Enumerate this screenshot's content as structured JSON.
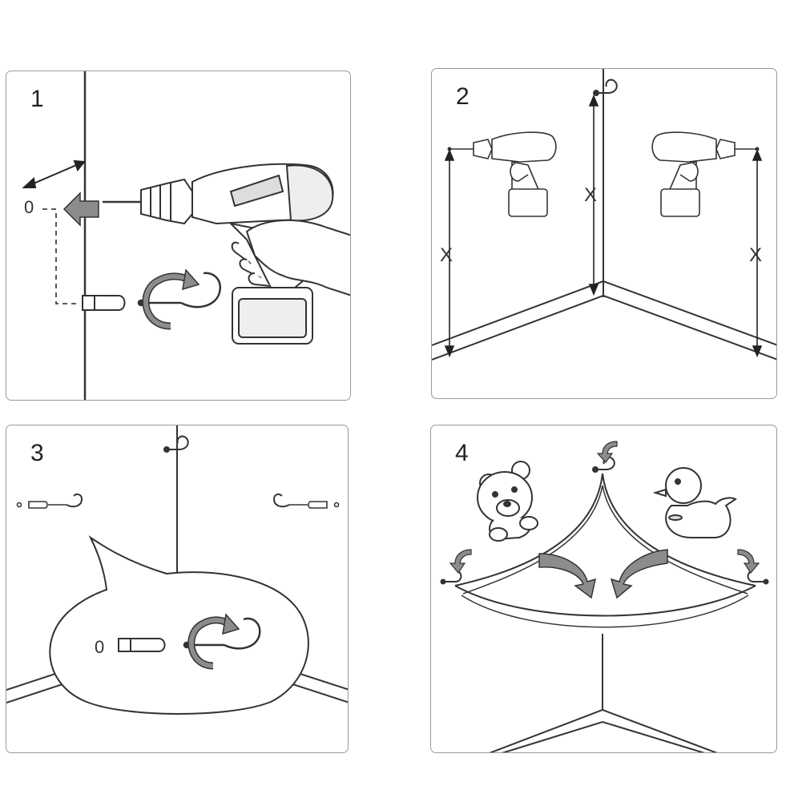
{
  "steps": [
    {
      "number": "1",
      "marks": {
        "zero": "0"
      }
    },
    {
      "number": "2",
      "marks": {
        "x_left": "X",
        "x_center": "X",
        "x_right": "X"
      }
    },
    {
      "number": "3",
      "marks": {
        "zero": "0"
      }
    },
    {
      "number": "4"
    }
  ],
  "colors": {
    "outline": "#333333",
    "arrow_fill": "#8c8c8c",
    "panel_border": "#9a9a9a"
  }
}
